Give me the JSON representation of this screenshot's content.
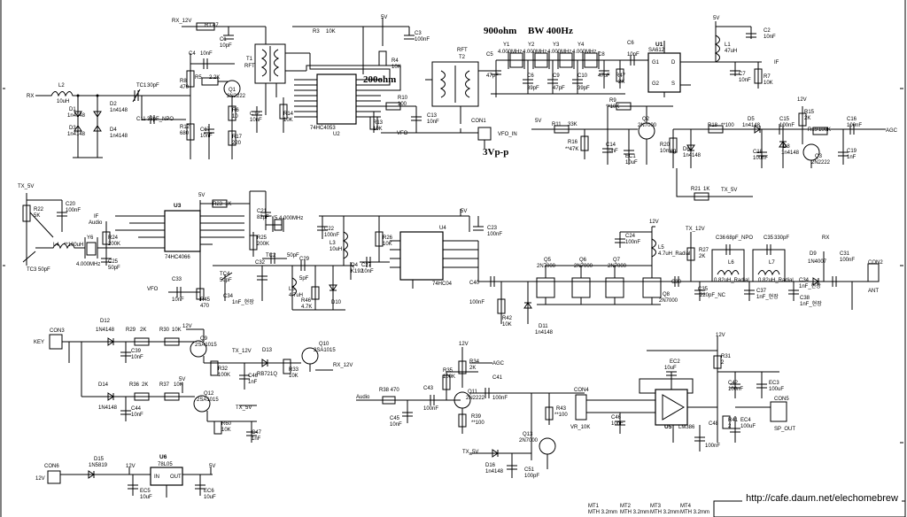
{
  "annotations": {
    "impedance_900": "900ohm",
    "bandwidth": "BW 400Hz",
    "impedance_200": "200ohm",
    "vfo_level": "3Vp-p"
  },
  "watermark": "http://cafe.daum.net/elechomebrew",
  "power": {
    "v5": "5V",
    "v12": "12V",
    "rx12": "RX_12V",
    "tx12": "TX_12V",
    "tx5": "TX_5V"
  },
  "signals": {
    "rx": "RX",
    "if": "IF",
    "agc": "AGC",
    "vfo": "VFO",
    "vfo_in": "VFO_IN",
    "key": "KEY",
    "audio": "Audio",
    "ant": "ANT",
    "vr": "VR_10K",
    "sp_out": "SP_OUT"
  },
  "ics": {
    "u1": "SA612",
    "u1_pins": [
      "G1",
      "D",
      "G2",
      "S"
    ],
    "u2": "74HC4053",
    "u3": "74HC4066",
    "u4": "74HC04",
    "u5": "LM386",
    "u6": "78L05"
  },
  "connectors": {
    "con1": "CON1",
    "con2": "CON2",
    "con3": "CON3",
    "con4": "CON4",
    "con5": "CON5",
    "con6": "CON6"
  },
  "transformers": {
    "t1": "T1",
    "rft": "RFT",
    "t2": "T2",
    "rft2": "RFT"
  },
  "crystals": {
    "y1": "Y1",
    "y2": "Y2",
    "y3": "Y3",
    "y4": "Y4",
    "freq": "4.000MHz",
    "y5": "Y5 4.000MHz",
    "y6": "Y6",
    "y6_freq": "4.000MHz"
  },
  "mounting": [
    {
      "ref": "MT1",
      "label": "MTH 3.2mm"
    },
    {
      "ref": "MT2",
      "label": "MTH 3.2mm"
    },
    {
      "ref": "MT3",
      "label": "MTH 3.2mm"
    },
    {
      "ref": "MT4",
      "label": "MTH 3.2mm"
    }
  ],
  "labels": [
    [
      "R1",
      "231",
      "30"
    ],
    [
      "47",
      "240",
      "30"
    ],
    [
      "C1",
      "248",
      "46"
    ],
    [
      "10pF",
      "248",
      "53"
    ],
    [
      "R3",
      "353",
      "37"
    ],
    [
      "10K",
      "368",
      "37"
    ],
    [
      "C3",
      "468",
      "39"
    ],
    [
      "100nF",
      "468",
      "46"
    ],
    [
      "R4",
      "442",
      "70"
    ],
    [
      "10K",
      "442",
      "77"
    ],
    [
      "C4",
      "213",
      "62"
    ],
    [
      "10nF",
      "226",
      "62"
    ],
    [
      "R8",
      "203",
      "93"
    ],
    [
      "470",
      "203",
      "100"
    ],
    [
      "R5",
      "220",
      "89"
    ],
    [
      "2.2K",
      "236",
      "89"
    ],
    [
      "Q1",
      "258",
      "103"
    ],
    [
      "2N2222",
      "256",
      "110"
    ],
    [
      "L2",
      "66",
      "98"
    ],
    [
      "10uH",
      "64",
      "116"
    ],
    [
      "D1",
      "78",
      "125"
    ],
    [
      "1n4148",
      "76",
      "132"
    ],
    [
      "D2",
      "124",
      "119"
    ],
    [
      "1n4148",
      "124",
      "126"
    ],
    [
      "D3",
      "78",
      "146"
    ],
    [
      "1n4148",
      "76",
      "153"
    ],
    [
      "D4",
      "124",
      "148"
    ],
    [
      "1n4148",
      "124",
      "155"
    ],
    [
      "TC1",
      "154",
      "98"
    ],
    [
      "30pF",
      "166",
      "98"
    ],
    [
      "C11",
      "154",
      "136"
    ],
    [
      "33pF_NPO",
      "166",
      "136"
    ],
    [
      "C17",
      "226",
      "148"
    ],
    [
      "10nF",
      "226",
      "155"
    ],
    [
      "R12",
      "203",
      "145"
    ],
    [
      "680",
      "203",
      "152"
    ],
    [
      "R6",
      "262",
      "126"
    ],
    [
      "10",
      "262",
      "133"
    ],
    [
      "R17",
      "262",
      "156"
    ],
    [
      "220",
      "262",
      "163"
    ],
    [
      "C12",
      "282",
      "130"
    ],
    [
      "10nF",
      "282",
      "137"
    ],
    [
      "R14",
      "320",
      "130"
    ],
    [
      "10K",
      "320",
      "137"
    ],
    [
      "U2",
      "376",
      "153"
    ],
    [
      "R10",
      "449",
      "112"
    ],
    [
      "100",
      "449",
      "119"
    ],
    [
      "C13",
      "482",
      "132"
    ],
    [
      "10nF",
      "482",
      "139"
    ],
    [
      "R13",
      "421",
      "140"
    ],
    [
      "10K",
      "421",
      "147"
    ],
    [
      "R11",
      "623",
      "142"
    ],
    [
      "33K",
      "641",
      "142"
    ],
    [
      "R16",
      "641",
      "162"
    ],
    [
      "**47K",
      "638",
      "170"
    ],
    [
      "C14",
      "684",
      "165"
    ],
    [
      "10nF",
      "684",
      "172"
    ],
    [
      "EC1",
      "706",
      "178"
    ],
    [
      "10uF",
      "706",
      "185"
    ],
    [
      "Q2",
      "725",
      "136"
    ],
    [
      "2N7000",
      "720",
      "143"
    ],
    [
      "R20",
      "745",
      "165"
    ],
    [
      "10meg",
      "745",
      "172"
    ],
    [
      "D6",
      "771",
      "170"
    ],
    [
      "1n4148",
      "771",
      "177"
    ],
    [
      "D5",
      "844",
      "136"
    ],
    [
      "1n4148",
      "838",
      "143"
    ],
    [
      "R18",
      "799",
      "143"
    ],
    [
      "**100",
      "814",
      "143"
    ],
    [
      "C15",
      "880",
      "136"
    ],
    [
      "100nF",
      "880",
      "143"
    ],
    [
      "R15",
      "908",
      "128"
    ],
    [
      "2K",
      "908",
      "135"
    ],
    [
      "R19",
      "912",
      "148"
    ],
    [
      "100K",
      "924",
      "148"
    ],
    [
      "C16",
      "956",
      "136"
    ],
    [
      "100nF",
      "956",
      "143"
    ],
    [
      "C18",
      "850",
      "173"
    ],
    [
      "100nF",
      "850",
      "180"
    ],
    [
      "D8",
      "884",
      "167"
    ],
    [
      "1n4148",
      "882",
      "174"
    ],
    [
      "Q3",
      "920",
      "178"
    ],
    [
      "2N2222",
      "916",
      "185"
    ],
    [
      "C19",
      "956",
      "172"
    ],
    [
      "1nF",
      "956",
      "179"
    ],
    [
      "R21",
      "780",
      "215"
    ],
    [
      "1K",
      "794",
      "215"
    ],
    [
      "R9",
      "688",
      "115"
    ],
    [
      "**10K",
      "684",
      "122"
    ],
    [
      "C5",
      "549",
      "63"
    ],
    [
      "47pF",
      "549",
      "87"
    ],
    [
      "C6",
      "595",
      "87"
    ],
    [
      "39pF",
      "595",
      "101"
    ],
    [
      "C9",
      "624",
      "87"
    ],
    [
      "47pF",
      "624",
      "101"
    ],
    [
      "C10",
      "652",
      "87"
    ],
    [
      "39pF",
      "652",
      "101"
    ],
    [
      "C8",
      "675",
      "63"
    ],
    [
      "47pF",
      "675",
      "87"
    ],
    [
      "R47",
      "695",
      "87"
    ],
    [
      "2K",
      "698",
      "94"
    ],
    [
      "C6",
      "708",
      "50"
    ],
    [
      "10nF",
      "708",
      "63"
    ],
    [
      "C7",
      "834",
      "85"
    ],
    [
      "10nF",
      "834",
      "92"
    ],
    [
      "R7",
      "862",
      "88"
    ],
    [
      "10K",
      "862",
      "95"
    ],
    [
      "L1",
      "818",
      "52"
    ],
    [
      "47uH",
      "818",
      "59"
    ],
    [
      "C2",
      "862",
      "36"
    ],
    [
      "10nF",
      "862",
      "43"
    ],
    [
      "R22",
      "38",
      "238"
    ],
    [
      "5K",
      "38",
      "245"
    ],
    [
      "C20",
      "74",
      "232"
    ],
    [
      "100nF",
      "74",
      "239"
    ],
    [
      "L4",
      "60",
      "278"
    ],
    [
      "**100uH",
      "72",
      "278"
    ],
    [
      "TC3 50pF",
      "30",
      "306"
    ],
    [
      "R24",
      "122",
      "270"
    ],
    [
      "200K",
      "122",
      "277"
    ],
    [
      "C25",
      "122",
      "297"
    ],
    [
      "50pF",
      "122",
      "304"
    ],
    [
      "R23",
      "240",
      "232"
    ],
    [
      "1K",
      "254",
      "232"
    ],
    [
      "C21",
      "290",
      "240"
    ],
    [
      "82pF",
      "290",
      "247"
    ],
    [
      "R25",
      "290",
      "270"
    ],
    [
      "200K",
      "290",
      "277"
    ],
    [
      "TC2",
      "300",
      "290"
    ],
    [
      "50pF",
      "324",
      "290"
    ],
    [
      "C33",
      "194",
      "317"
    ],
    [
      "10nF",
      "194",
      "340"
    ],
    [
      "R45",
      "226",
      "340"
    ],
    [
      "470",
      "226",
      "347"
    ],
    [
      "TC4",
      "248",
      "311"
    ],
    [
      "50pF",
      "248",
      "318"
    ],
    [
      "C32",
      "288",
      "298"
    ],
    [
      "C34",
      "252",
      "336"
    ],
    [
      "1nF_현장",
      "262",
      "343"
    ],
    [
      "C29",
      "338",
      "294"
    ],
    [
      "5pF",
      "338",
      "316"
    ],
    [
      "L5",
      "326",
      "328"
    ],
    [
      "4.7uH",
      "326",
      "335"
    ],
    [
      "R46",
      "340",
      "341"
    ],
    [
      "4.7K",
      "340",
      "348"
    ],
    [
      "D10",
      "374",
      "343"
    ],
    [
      "C22",
      "366",
      "260"
    ],
    [
      "100nF",
      "366",
      "267"
    ],
    [
      "L3",
      "372",
      "276"
    ],
    [
      "10uH",
      "372",
      "283"
    ],
    [
      "R26",
      "432",
      "270"
    ],
    [
      "10K",
      "432",
      "277"
    ],
    [
      "C23",
      "550",
      "259"
    ],
    [
      "100nF",
      "550",
      "266"
    ],
    [
      "Q4",
      "396",
      "301"
    ],
    [
      "K192",
      "396",
      "308"
    ],
    [
      "C27",
      "408",
      "301"
    ],
    [
      "10nF",
      "408",
      "308"
    ],
    [
      "U4",
      "496",
      "259"
    ],
    [
      "C40",
      "530",
      "321"
    ],
    [
      "100nF",
      "530",
      "343"
    ],
    [
      "R42",
      "567",
      "361"
    ],
    [
      "10K",
      "567",
      "368"
    ],
    [
      "D11",
      "608",
      "370"
    ],
    [
      "1n4148",
      "604",
      "377"
    ],
    [
      "Q5",
      "614",
      "295"
    ],
    [
      "2N7000",
      "606",
      "302"
    ],
    [
      "Q6",
      "654",
      "295"
    ],
    [
      "2N7000",
      "648",
      "302"
    ],
    [
      "Q7",
      "692",
      "295"
    ],
    [
      "2N7000",
      "686",
      "302"
    ],
    [
      "Q8",
      "748",
      "334"
    ],
    [
      "2N7000",
      "744",
      "341"
    ],
    [
      "C24",
      "706",
      "268"
    ],
    [
      "100nF",
      "706",
      "275"
    ],
    [
      "L5",
      "743",
      "281"
    ],
    [
      "4.7uH_Radial",
      "743",
      "288"
    ],
    [
      "R27",
      "789",
      "284"
    ],
    [
      "2K",
      "789",
      "291"
    ],
    [
      "C30",
      "758",
      "320"
    ],
    [
      "C36",
      "808",
      "270"
    ],
    [
      "68pF_NPO",
      "820",
      "270"
    ],
    [
      "C35",
      "862",
      "270"
    ],
    [
      "330pF",
      "874",
      "270"
    ],
    [
      "L6",
      "822",
      "298"
    ],
    [
      "0.82uH_Radial",
      "806",
      "318"
    ],
    [
      "L7",
      "868",
      "298"
    ],
    [
      "0.82uH_Radial",
      "856",
      "318"
    ],
    [
      "C35",
      "788",
      "328"
    ],
    [
      "220pF_NC",
      "790",
      "335"
    ],
    [
      "C37",
      "854",
      "330"
    ],
    [
      "1nF_현장",
      "854",
      "337"
    ],
    [
      "C38",
      "903",
      "338"
    ],
    [
      "1nF_현장",
      "903",
      "345"
    ],
    [
      "C34",
      "902",
      "318"
    ],
    [
      "1nF_현장",
      "902",
      "325"
    ],
    [
      "D9",
      "914",
      "288"
    ],
    [
      "1N4007",
      "912",
      "297"
    ],
    [
      "C31",
      "948",
      "288"
    ],
    [
      "100nF",
      "948",
      "295"
    ],
    [
      "D12",
      "113",
      "364"
    ],
    [
      "1N4148",
      "108",
      "374"
    ],
    [
      "R29",
      "142",
      "374"
    ],
    [
      "2K",
      "158",
      "374"
    ],
    [
      "R30",
      "180",
      "374"
    ],
    [
      "10K",
      "194",
      "374"
    ],
    [
      "C39",
      "148",
      "398"
    ],
    [
      "10nF",
      "148",
      "405"
    ],
    [
      "Q9",
      "226",
      "384"
    ],
    [
      "2SA1015",
      "220",
      "391"
    ],
    [
      "D13",
      "296",
      "397"
    ],
    [
      "R32",
      "246",
      "418"
    ],
    [
      "100K",
      "246",
      "425"
    ],
    [
      "C46",
      "280",
      "426"
    ],
    [
      "1nF",
      "280",
      "433"
    ],
    [
      "RB721Q",
      "290",
      "424"
    ],
    [
      "R33",
      "326",
      "419"
    ],
    [
      "10K",
      "326",
      "426"
    ],
    [
      "Q10",
      "360",
      "390"
    ],
    [
      "2SA1015",
      "354",
      "397"
    ],
    [
      "D14",
      "111",
      "436"
    ],
    [
      "1N4148",
      "111",
      "462"
    ],
    [
      "R36",
      "146",
      "436"
    ],
    [
      "2K",
      "160",
      "436"
    ],
    [
      "R37",
      "180",
      "436"
    ],
    [
      "10K",
      "196",
      "436"
    ],
    [
      "C44",
      "148",
      "463"
    ],
    [
      "10nF",
      "148",
      "470"
    ],
    [
      "Q12",
      "230",
      "446"
    ],
    [
      "2SA1015",
      "222",
      "453"
    ],
    [
      "R60",
      "250",
      "480"
    ],
    [
      "10K",
      "250",
      "487"
    ],
    [
      "C47",
      "284",
      "490"
    ],
    [
      "1nF",
      "284",
      "497"
    ],
    [
      "D15",
      "106",
      "520"
    ],
    [
      "1N5819",
      "100",
      "527"
    ],
    [
      "12V",
      "40",
      "542"
    ],
    [
      "EC5",
      "158",
      "556"
    ],
    [
      "10uF",
      "158",
      "563"
    ],
    [
      "EC6",
      "230",
      "556"
    ],
    [
      "10uF",
      "230",
      "563"
    ],
    [
      "R38 470",
      "428",
      "442"
    ],
    [
      "C45",
      "440",
      "474"
    ],
    [
      "10nF",
      "440",
      "481"
    ],
    [
      "C43",
      "478",
      "440"
    ],
    [
      "100nF",
      "478",
      "463"
    ],
    [
      "R35",
      "500",
      "420"
    ],
    [
      "100K",
      "500",
      "427"
    ],
    [
      "R34",
      "530",
      "410"
    ],
    [
      "2K",
      "530",
      "417"
    ],
    [
      "Q11",
      "528",
      "444"
    ],
    [
      "2N2222",
      "526",
      "451"
    ],
    [
      "R39",
      "532",
      "472"
    ],
    [
      "**100",
      "532",
      "479"
    ],
    [
      "C41",
      "556",
      "428"
    ],
    [
      "100nF",
      "556",
      "451"
    ],
    [
      "R43",
      "628",
      "463"
    ],
    [
      "**100",
      "626",
      "470"
    ],
    [
      "Q13",
      "590",
      "492"
    ],
    [
      "2N7000",
      "586",
      "499"
    ],
    [
      "D16",
      "548",
      "527"
    ],
    [
      "1n4148",
      "548",
      "534"
    ],
    [
      "C51",
      "592",
      "532"
    ],
    [
      "100pF",
      "592",
      "539"
    ],
    [
      "C46",
      "690",
      "473"
    ],
    [
      "10nF",
      "690",
      "480"
    ],
    [
      "EC2",
      "756",
      "410"
    ],
    [
      "10uF",
      "750",
      "417"
    ],
    [
      "C42",
      "822",
      "434"
    ],
    [
      "100nF",
      "822",
      "441"
    ],
    [
      "EC3",
      "868",
      "434"
    ],
    [
      "100uF",
      "868",
      "441"
    ],
    [
      "C48",
      "800",
      "480"
    ],
    [
      "100nF",
      "796",
      "505"
    ],
    [
      "R41",
      "822",
      "476"
    ],
    [
      "2",
      "822",
      "483"
    ],
    [
      "EC4",
      "836",
      "476"
    ],
    [
      "100uF",
      "836",
      "483"
    ],
    [
      "R31",
      "814",
      "404"
    ],
    [
      "2",
      "814",
      "411"
    ]
  ]
}
